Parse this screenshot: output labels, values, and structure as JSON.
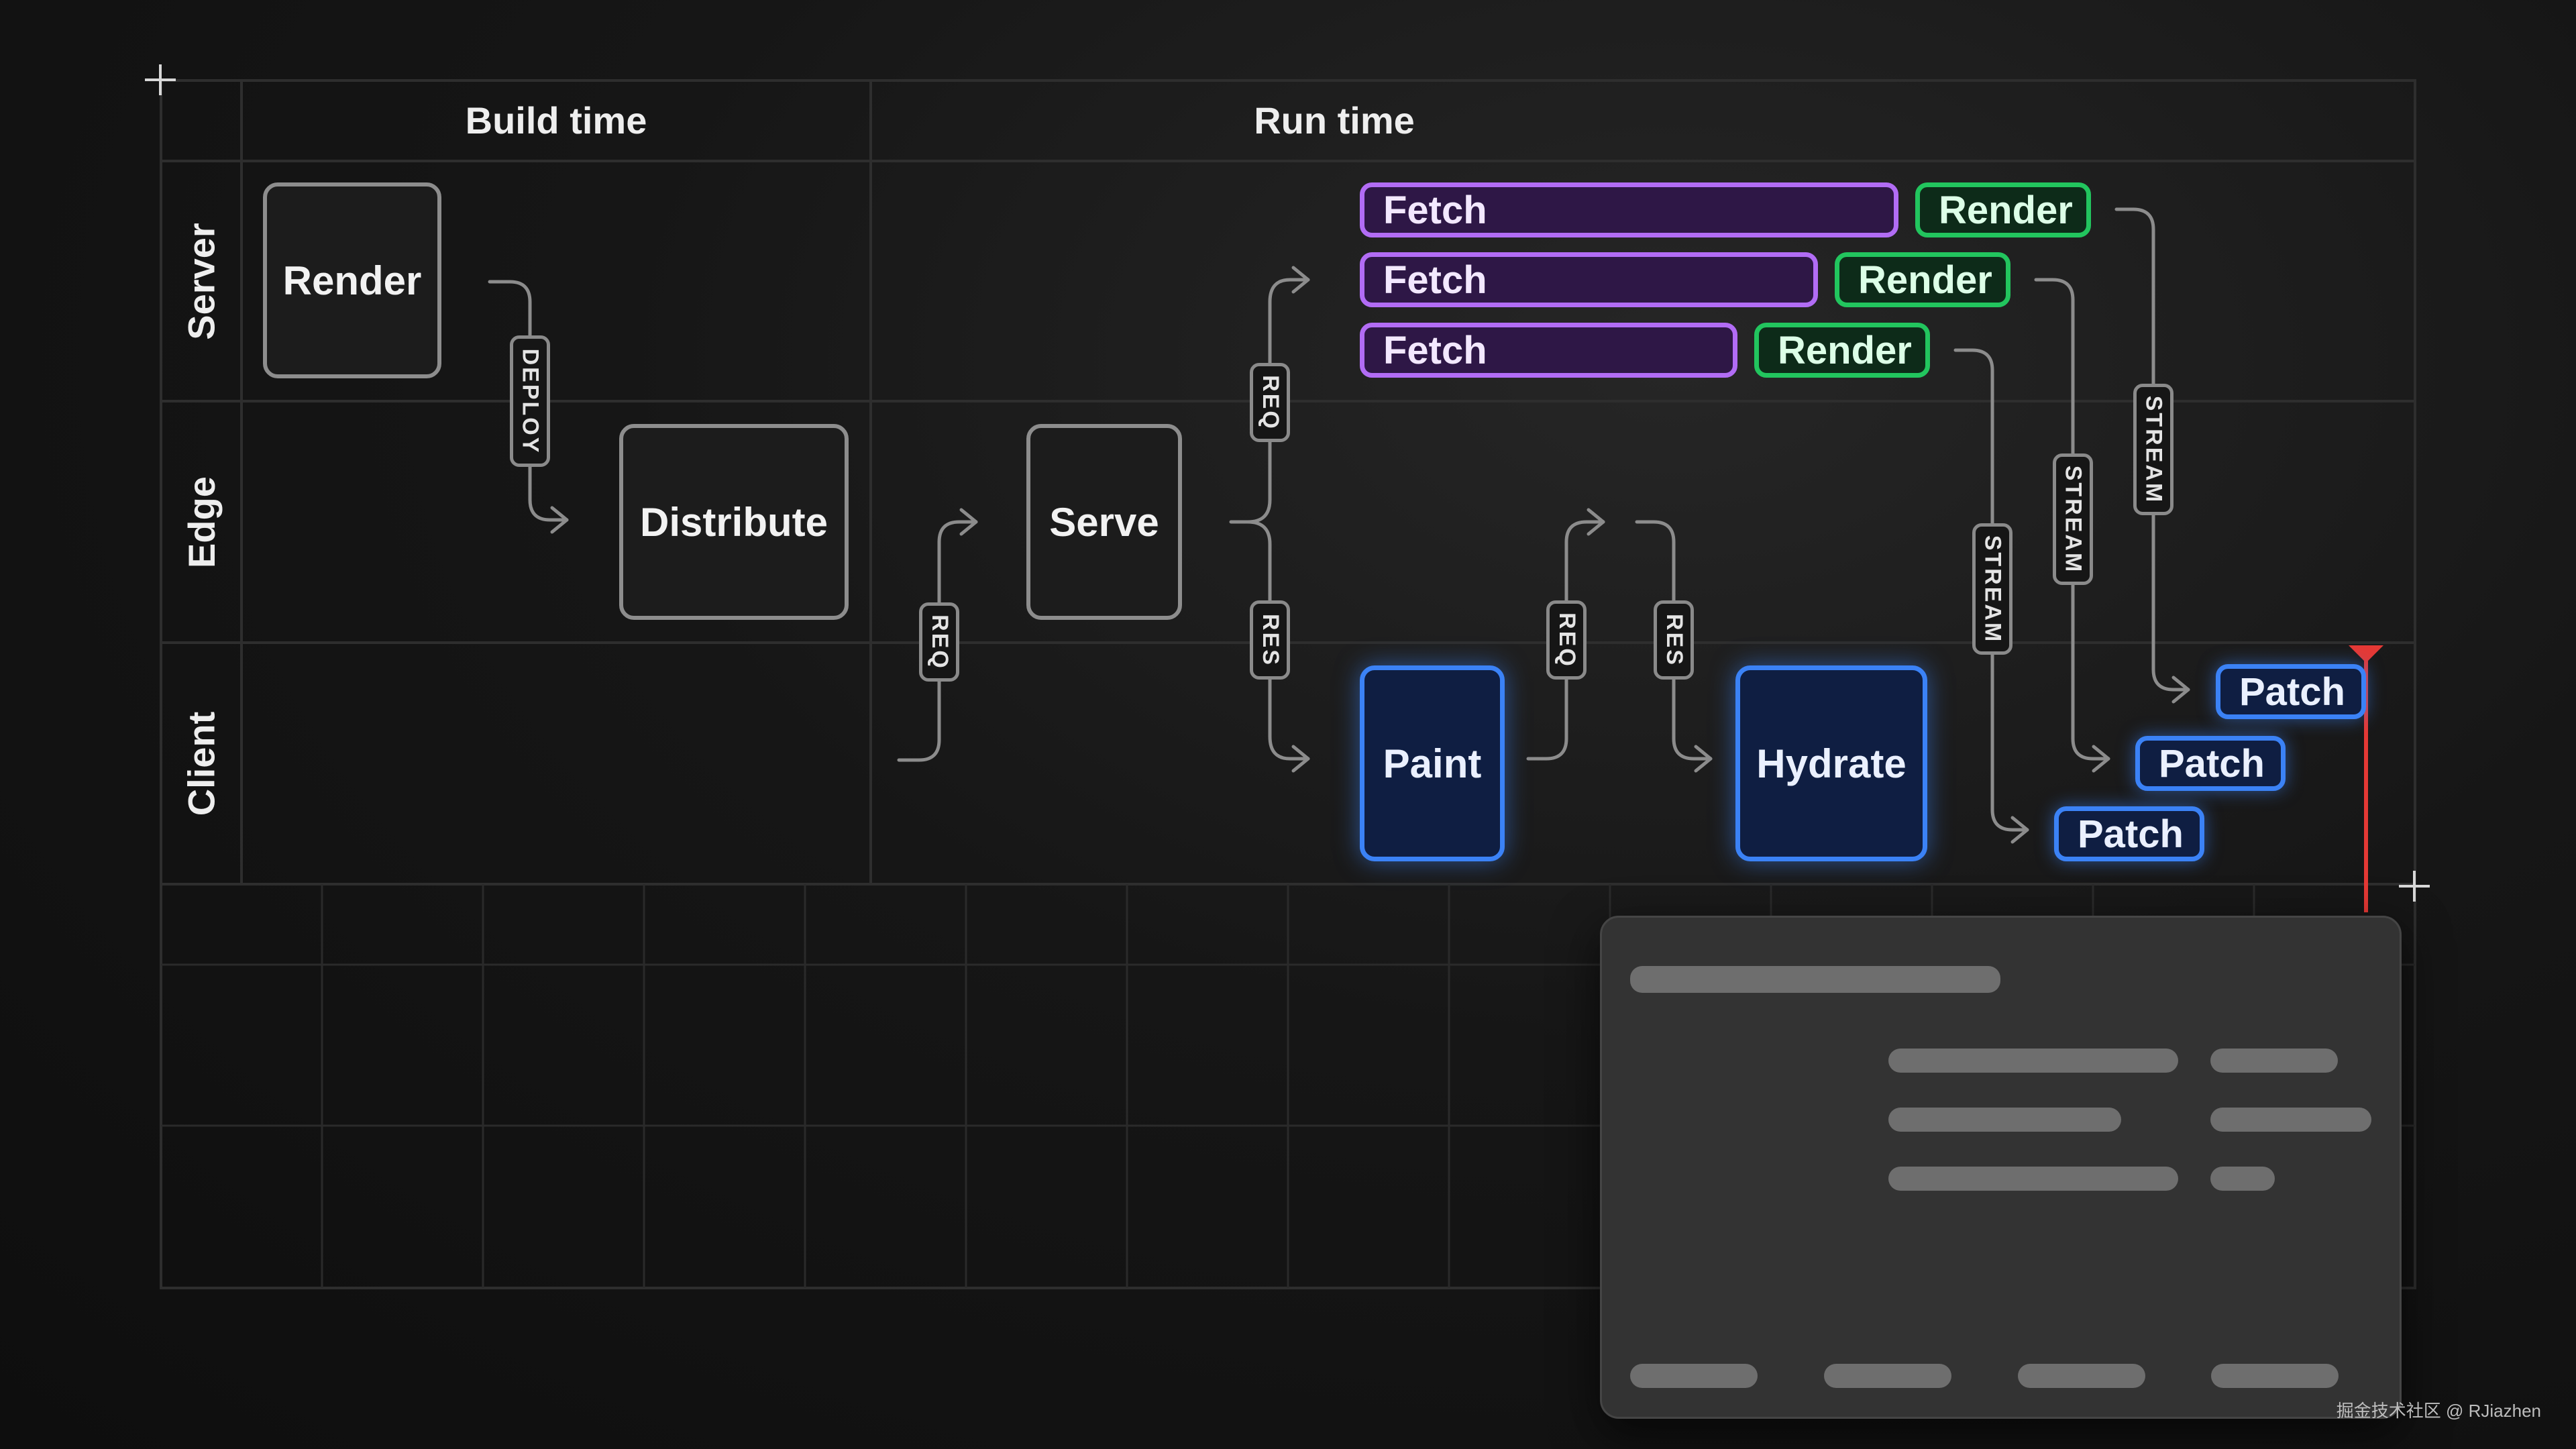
{
  "columns": {
    "build": "Build time",
    "run": "Run time"
  },
  "rows": {
    "server": "Server",
    "edge": "Edge",
    "client": "Client"
  },
  "nodes": {
    "render": "Render",
    "distribute": "Distribute",
    "serve": "Serve",
    "paint": "Paint",
    "hydrate": "Hydrate"
  },
  "streams": [
    {
      "fetch": "Fetch",
      "render": "Render",
      "patch": "Patch"
    },
    {
      "fetch": "Fetch",
      "render": "Render",
      "patch": "Patch"
    },
    {
      "fetch": "Fetch",
      "render": "Render",
      "patch": "Patch"
    }
  ],
  "edge_labels": {
    "deploy": "DEPLOY",
    "req_client_edge": "REQ",
    "req_edge_server": "REQ",
    "res_edge_client": "RES",
    "req_paint": "REQ",
    "res_hydrate": "RES",
    "stream_1": "STREAM",
    "stream_2": "STREAM",
    "stream_3": "STREAM"
  },
  "colors": {
    "fetch": "#b26cf5",
    "render": "#22c55e",
    "client": "#3b82f6",
    "timeline_marker": "#e53935"
  },
  "icons": [
    "plus-icon",
    "avatar",
    "house-photo",
    "pool-photo"
  ],
  "watermark": "掘金技术社区 @ RJiazhen"
}
